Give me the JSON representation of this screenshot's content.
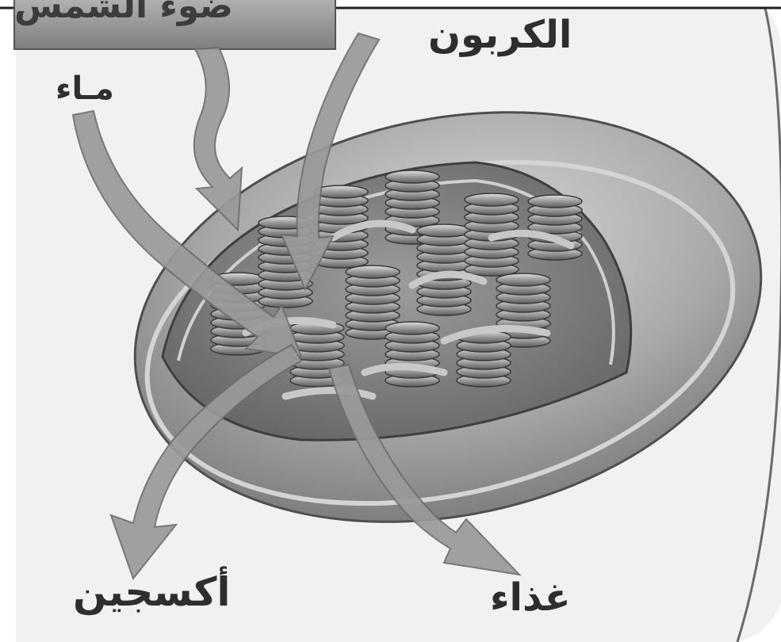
{
  "labels": {
    "sunlight_partial": "ضوء الشمس",
    "water": "مـاء",
    "carbon": "الكربون",
    "oxygen": "أكسجين",
    "food": "غذاء"
  },
  "icons": {
    "organelle": "chloroplast-illustration"
  },
  "colors": {
    "background": "#ffffff",
    "card": "#f2f2f2",
    "shell": "#a3a3a3",
    "arrow": "#9a9a9a",
    "sign": "#8c8c8c",
    "text": "#2e2e2e"
  }
}
